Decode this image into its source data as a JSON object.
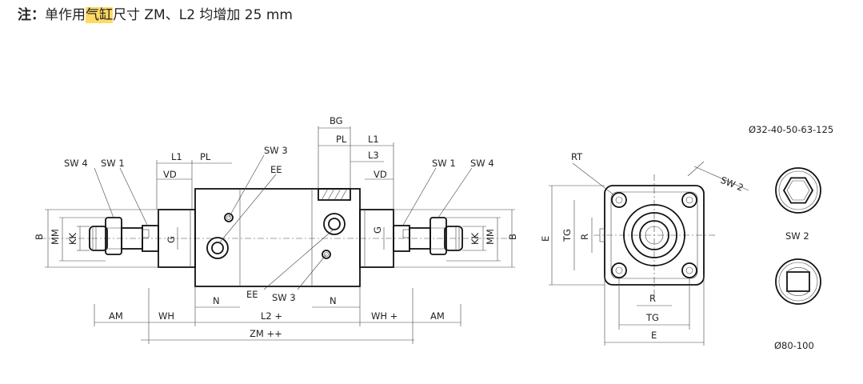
{
  "note": {
    "label": "注：",
    "text_before": "单作用",
    "text_highlight": "气缸",
    "text_after": "尺寸 ZM、L2 均增加 25 mm"
  },
  "labels": {
    "sw4_left": "SW 4",
    "sw1_left": "SW 1",
    "l1_top": "L1",
    "pl_top": "PL",
    "vd_left": "VD",
    "sw3_top": "SW 3",
    "ee_top": "EE",
    "bg": "BG",
    "pl_right": "PL",
    "l1_right": "L1",
    "l3": "L3",
    "vd_right": "VD",
    "sw1_right": "SW 1",
    "sw4_right": "SW 4",
    "b_left": "B",
    "mm_left": "MM",
    "kk_left": "KK",
    "g_left": "G",
    "g_right": "G",
    "kk_right": "KK",
    "mm_right": "MM",
    "b_right": "B",
    "n_left": "N",
    "ee_bottom": "EE",
    "sw3_bottom": "SW 3",
    "n_right": "N",
    "am_left": "AM",
    "wh_left": "WH",
    "l2": "L2  +",
    "wh_right": "WH  +",
    "am_right": "AM",
    "zm": "ZM  ++",
    "rt": "RT",
    "sw2_end": "SW 2",
    "e_left": "E",
    "tg_left": "TG",
    "r_left": "R",
    "r_bottom": "R",
    "tg_bottom": "TG",
    "e_bottom": "E",
    "sizes_small": "Ø32-40-50-63-125",
    "sw2_side": "SW 2",
    "sizes_large": "Ø80-100"
  }
}
